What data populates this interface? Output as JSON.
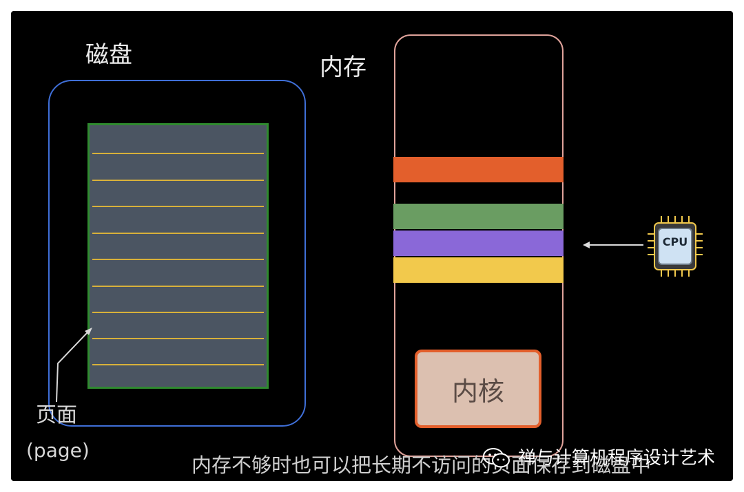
{
  "labels": {
    "disk": "磁盘",
    "memory": "内存",
    "kernel": "内核",
    "page_cn": "页面",
    "page_en": "(page)",
    "cpu": "CPU"
  },
  "caption": "内存不够时也可以把长期不访问的页面保存到磁盘中",
  "watermark": {
    "text": "禅与计算机程序设计艺术",
    "icon": "wechat-icon"
  },
  "colors": {
    "background": "#000000",
    "disk_border": "#3f6fd8",
    "page_fill": "#4b5562",
    "page_border": "#2f8a2f",
    "page_line": "#d8b13a",
    "memory_border": "#e0a39b",
    "block_orange": "#e35f2c",
    "block_green": "#6a9d62",
    "block_purple": "#8a68d8",
    "block_yellow": "#f2c94c",
    "kernel_fill": "#dcc0b0",
    "kernel_border": "#e35f2c",
    "cpu_frame": "#f2c94c",
    "cpu_body": "#cfe2f3"
  },
  "memory_blocks": [
    "orange",
    "green",
    "purple",
    "yellow"
  ],
  "page_divisions": 10
}
